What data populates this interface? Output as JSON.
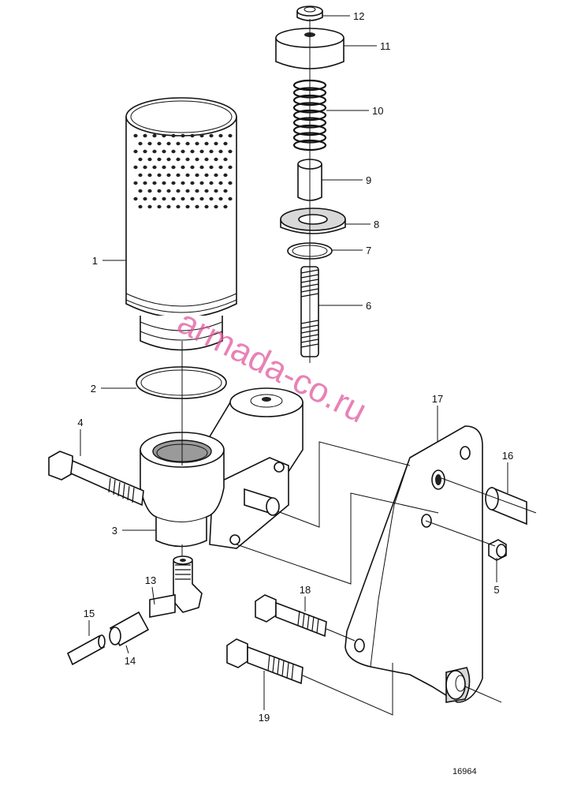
{
  "diagram": {
    "figure_number": "16964",
    "watermark": "armada-co.ru",
    "callouts": [
      {
        "id": "1",
        "label": "1"
      },
      {
        "id": "2",
        "label": "2"
      },
      {
        "id": "3",
        "label": "3"
      },
      {
        "id": "4",
        "label": "4"
      },
      {
        "id": "5",
        "label": "5"
      },
      {
        "id": "6",
        "label": "6"
      },
      {
        "id": "7",
        "label": "7"
      },
      {
        "id": "8",
        "label": "8"
      },
      {
        "id": "9",
        "label": "9"
      },
      {
        "id": "10",
        "label": "10"
      },
      {
        "id": "11",
        "label": "11"
      },
      {
        "id": "12",
        "label": "12"
      },
      {
        "id": "13",
        "label": "13"
      },
      {
        "id": "14",
        "label": "14"
      },
      {
        "id": "15",
        "label": "15"
      },
      {
        "id": "16",
        "label": "16"
      },
      {
        "id": "17",
        "label": "17"
      },
      {
        "id": "18",
        "label": "18"
      },
      {
        "id": "19",
        "label": "19"
      }
    ]
  }
}
